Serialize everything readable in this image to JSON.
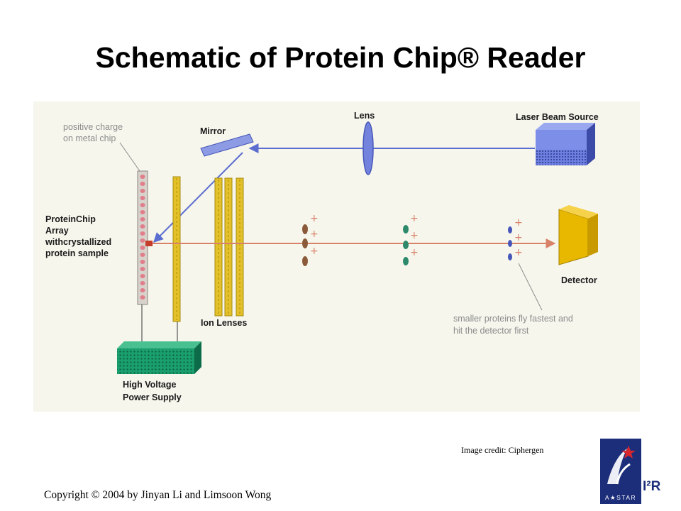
{
  "title": "Schematic of Protein Chip® Reader",
  "diagram": {
    "labels": {
      "positive_charge_1": "positive charge",
      "positive_charge_2": "on metal chip",
      "mirror": "Mirror",
      "lens": "Lens",
      "laser": "Laser Beam Source",
      "array_1": "ProteinChip",
      "array_2": "Array",
      "array_3": "withcrystallized",
      "array_4": "protein sample",
      "ion_lenses": "Ion Lenses",
      "detector": "Detector",
      "smaller_1": "smaller proteins fly fastest and",
      "smaller_2": "hit the detector first",
      "power_1": "High Voltage",
      "power_2": "Power Supply"
    },
    "colors": {
      "background": "#f6f6ed",
      "laser_beam": "#5b6ed0",
      "ion_beam": "#d9826a",
      "ion_lens": "#e2c12a",
      "power_supply": "#1a9f6e",
      "detector": "#e8b800",
      "laser_source": "#6d7fe0"
    }
  },
  "credit": "Image credit: Ciphergen",
  "copyright": "Copyright © 2004 by Jinyan Li and Limsoon Wong",
  "logo": {
    "brand_text": "A*STAR",
    "side_text": "I²R",
    "color": "#1c2e7a",
    "accent": "#d8262d"
  }
}
